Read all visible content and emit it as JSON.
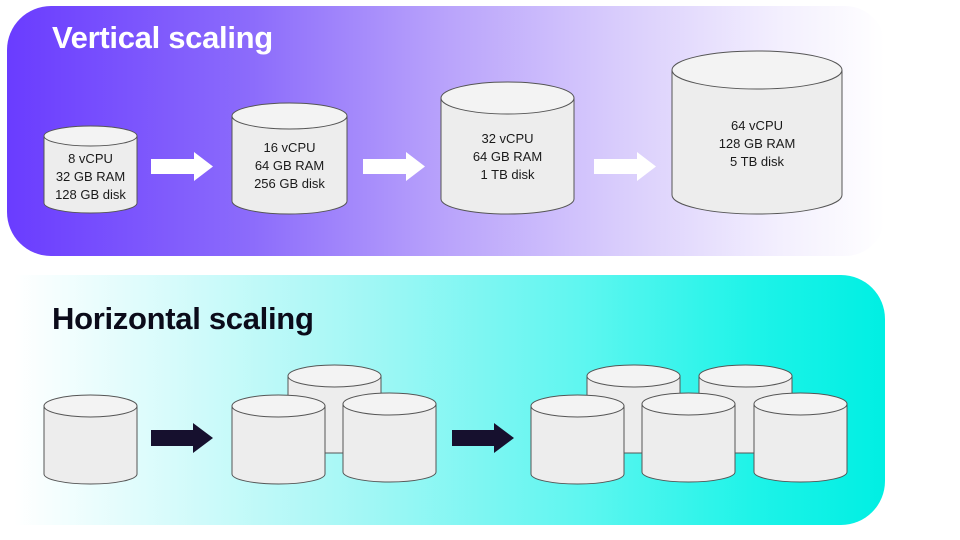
{
  "vertical": {
    "title": "Vertical scaling",
    "servers": [
      {
        "cpu": "8 vCPU",
        "ram": "32 GB RAM",
        "disk": "128 GB disk"
      },
      {
        "cpu": "16 vCPU",
        "ram": "64 GB RAM",
        "disk": "256 GB disk"
      },
      {
        "cpu": "32 vCPU",
        "ram": "64 GB RAM",
        "disk": "1 TB disk"
      },
      {
        "cpu": "64 vCPU",
        "ram": "128 GB RAM",
        "disk": "5 TB disk"
      }
    ],
    "arrow_color": "#ffffff",
    "gradient": [
      "#6a3cff",
      "#ffffff"
    ]
  },
  "horizontal": {
    "title": "Horizontal scaling",
    "stages": [
      {
        "server_count": 1
      },
      {
        "server_count": 3
      },
      {
        "server_count": 5
      }
    ],
    "arrow_color": "#16102e",
    "gradient": [
      "#ffffff",
      "#00efe3"
    ]
  },
  "colors": {
    "cylinder_fill": "#ededed",
    "cylinder_top": "#f3f3f3",
    "cylinder_stroke": "#555555"
  }
}
